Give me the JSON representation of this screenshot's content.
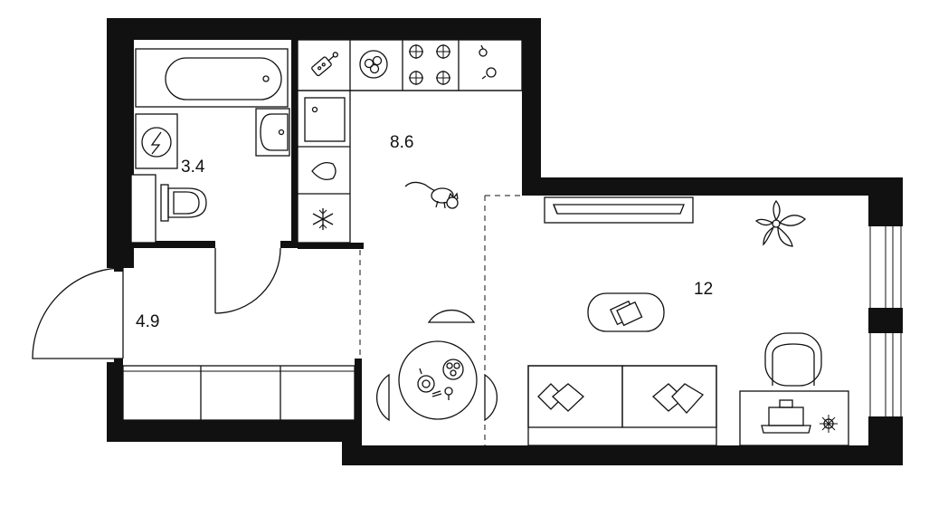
{
  "rooms": {
    "bathroom": {
      "area": "3.4"
    },
    "kitchen": {
      "area": "8.6"
    },
    "living": {
      "area": "12"
    },
    "hallway": {
      "area": "4.9"
    }
  },
  "colors": {
    "wall": "#111111",
    "background": "#ffffff"
  }
}
